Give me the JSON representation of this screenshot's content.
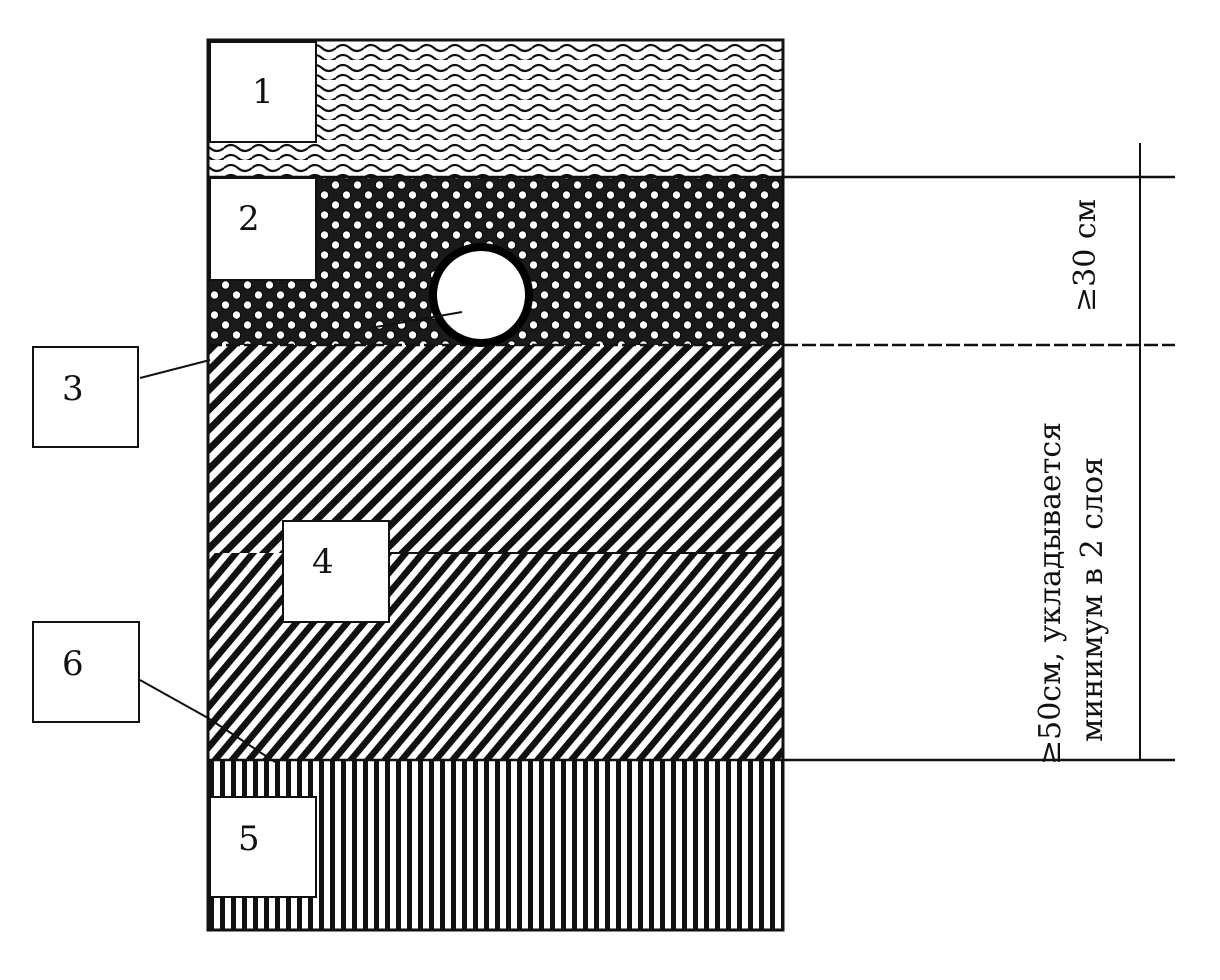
{
  "layers": [
    {
      "id": "1",
      "pattern": "wavy"
    },
    {
      "id": "2",
      "pattern": "gravel"
    },
    {
      "id": "3",
      "pattern": "diagonal-hatch"
    },
    {
      "id": "4",
      "pattern": "diagonal-hatch-sublayers"
    },
    {
      "id": "5",
      "pattern": "vertical-hatch"
    },
    {
      "id": "6",
      "pattern": "boundary"
    }
  ],
  "labels": {
    "l1": "1",
    "l2": "2",
    "l3": "3",
    "l4": "4",
    "l5": "5",
    "l6": "6"
  },
  "dimensions": {
    "upper": "≥30 см",
    "lower_line1": "≥50см, укладывается",
    "lower_line2": "минимум в 2 слоя"
  },
  "colors": {
    "ink": "#111111",
    "paper": "#ffffff"
  }
}
